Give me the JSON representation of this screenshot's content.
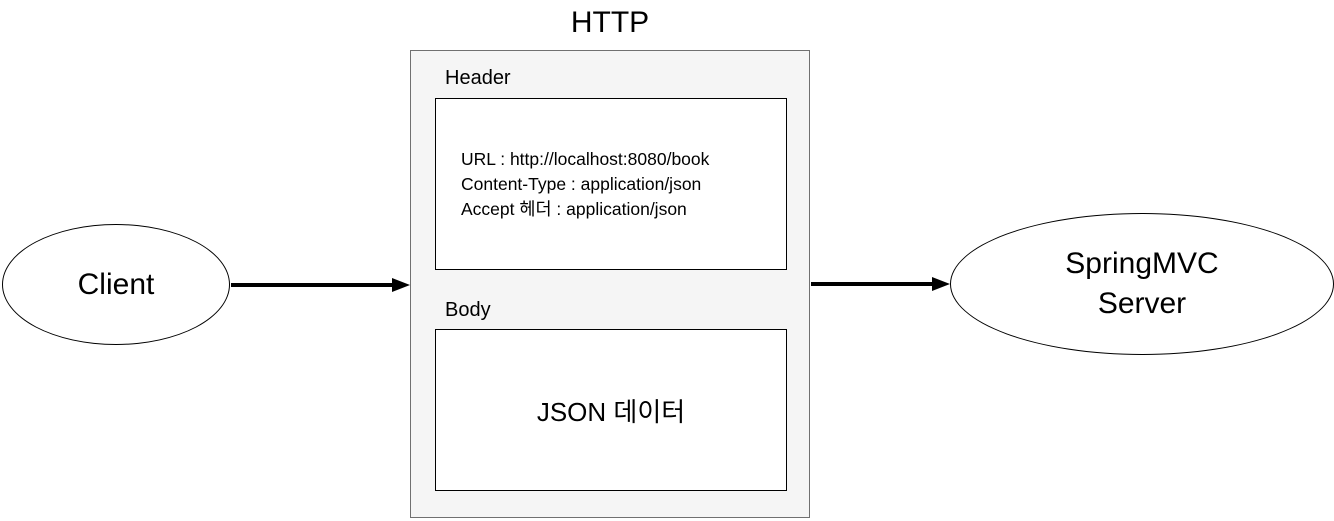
{
  "diagram": {
    "client": {
      "label": "Client"
    },
    "http": {
      "title": "HTTP",
      "header": {
        "label": "Header",
        "lines": [
          "URL : http://localhost:8080/book",
          "Content-Type : application/json",
          "Accept 헤더 : application/json"
        ]
      },
      "body": {
        "label": "Body",
        "content": "JSON 데이터"
      }
    },
    "server": {
      "label_line1": "SpringMVC",
      "label_line2": "Server"
    },
    "colors": {
      "http_box_fill": "#f5f5f5",
      "http_box_border": "#707070",
      "inner_box_border": "#000000",
      "arrow": "#000000",
      "text": "#000000"
    }
  }
}
